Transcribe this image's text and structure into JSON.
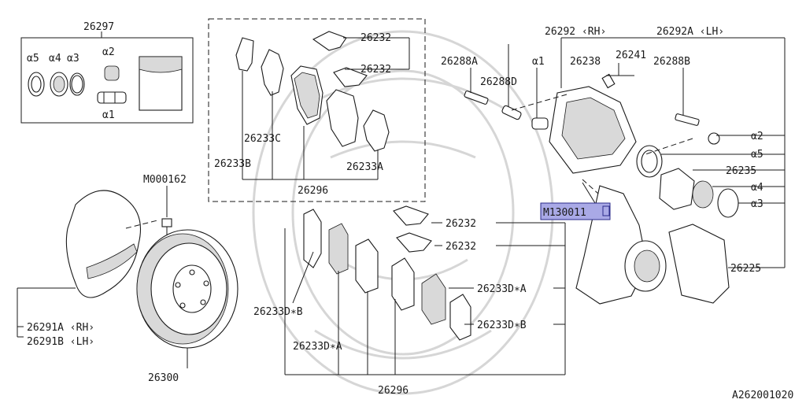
{
  "highlight": {
    "label": "M130011",
    "color": "#a9a9e6"
  },
  "drawing_id": "A262001020",
  "labels": {
    "seal_kit": "26297",
    "a5": "α5",
    "a4": "α4",
    "a3": "α3",
    "a2": "α2",
    "a1_kit": "α1",
    "clip_top1": "26232",
    "clip_top2": "26232",
    "pad_c": "26233C",
    "pad_b": "26233B",
    "pad_a": "26233A",
    "pad_set_top": "26296",
    "bolt_m": "M000162",
    "caliper_rh": "26292 ‹RH›",
    "caliper_lh": "26292A ‹LH›",
    "pin_a": "26288A",
    "a1_r": "α1",
    "bleeder": "26238",
    "cap": "26241",
    "pin_d": "26288D",
    "pin_b": "26288B",
    "ra2": "α2",
    "ra5": "α5",
    "piston": "26235",
    "ra4": "α4",
    "ra3": "α3",
    "support": "26225",
    "clip_bot1": "26232",
    "clip_bot2": "26232",
    "pad_da_r": "26233D∗A",
    "pad_db_r": "26233D∗B",
    "pad_db_l": "26233D∗B",
    "pad_da_l": "26233D∗A",
    "pad_set_bot": "26296",
    "cover_rh": "26291A ‹RH›",
    "cover_lh": "26291B ‹LH›",
    "rotor": "26300"
  }
}
